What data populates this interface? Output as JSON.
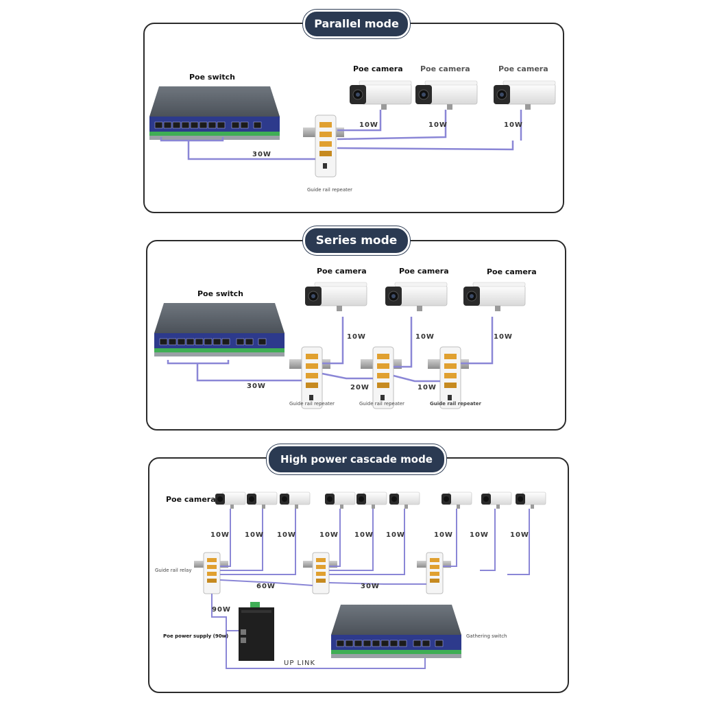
{
  "parallel": {
    "title": "Parallel mode",
    "switch_label": "Poe switch",
    "cameras": [
      "Poe camera",
      "Poe camera",
      "Poe camera"
    ],
    "camera_watts": [
      "10W",
      "10W",
      "10W"
    ],
    "uplink_watt": "30W",
    "repeater_label": "Guide rail repeater"
  },
  "series": {
    "title": "Series mode",
    "switch_label": "Poe switch",
    "cameras": [
      "Poe camera",
      "Poe camera",
      "Poe camera"
    ],
    "camera_watts": [
      "10W",
      "10W",
      "10W"
    ],
    "link_watts": [
      "30W",
      "20W",
      "10W"
    ],
    "repeater_labels": [
      "Guide rail repeater",
      "Guide rail repeater",
      "Guide rail repeater"
    ]
  },
  "cascade": {
    "title": "High power cascade mode",
    "camera_label": "Poe camera",
    "camera_watts": [
      "10W",
      "10W",
      "10W",
      "10W",
      "10W",
      "10W",
      "10W",
      "10W",
      "10W"
    ],
    "link_watts": [
      "60W",
      "30W"
    ],
    "supply_watt": "90W",
    "relay_label": "Guide rail relay",
    "supply_label": "Poe power supply (90w)",
    "gathering_label": "Gathering switch",
    "uplink_label": "UP LINK"
  },
  "colors": {
    "panel_title_bg": "#2b3a52",
    "cable": "#8a86d6",
    "switch_body": "#5a6068",
    "port_panel": "#2d3a8c",
    "port_strip": "#3fae55"
  }
}
